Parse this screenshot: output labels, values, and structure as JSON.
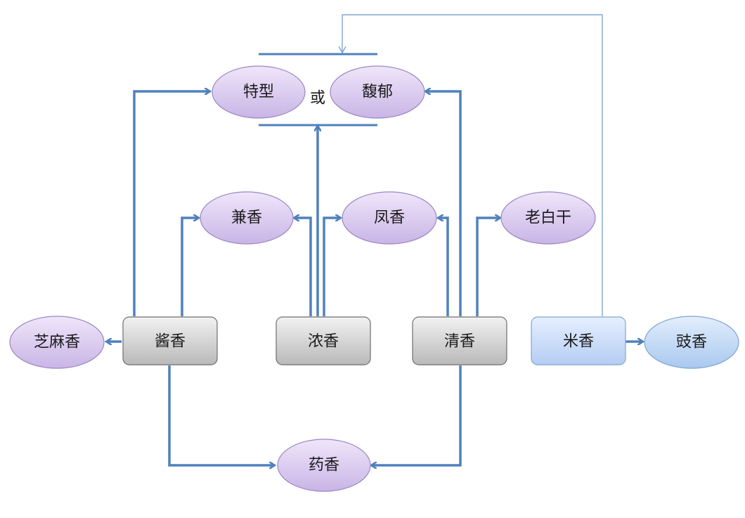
{
  "nodes": {
    "special": "特型",
    "fuyu": "馥郁",
    "or_word": "或",
    "jianxiang": "兼香",
    "fengxiang": "凤香",
    "laobaigan": "老白干",
    "zhimaxiang": "芝麻香",
    "jiangxiang": "酱香",
    "nongxiang": "浓香",
    "qingxiang": "清香",
    "mixiang": "米香",
    "chixiang": "豉香",
    "yaoxiang": "药香"
  },
  "colors": {
    "connector": "#4f81bd",
    "ellipse_fill": "#d9c9ef",
    "ellipse_stroke": "#8a73b5",
    "gray_box_fill": "#d6d6d6",
    "blue_box_fill": "#cfe0fb",
    "blue_ellipse_fill": "#c6dbf7"
  }
}
